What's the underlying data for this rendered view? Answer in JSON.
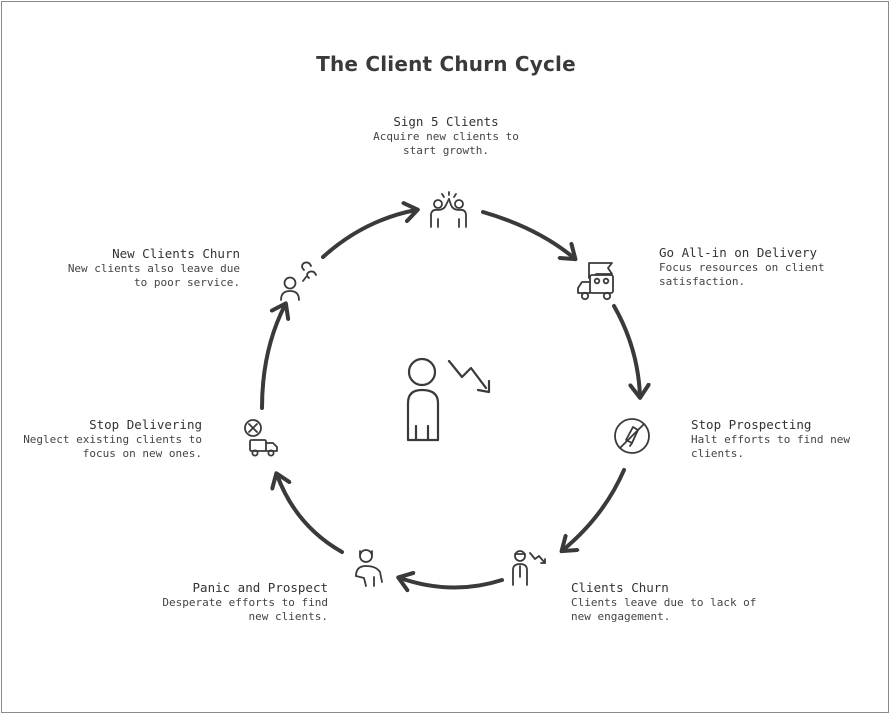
{
  "title": "The Client Churn Cycle",
  "steps": [
    {
      "heading": "Sign 5 Clients",
      "desc1": "Acquire new clients to",
      "desc2": "start growth.",
      "icon": "high-five-icon"
    },
    {
      "heading": "Go All-in on Delivery",
      "desc1": "Focus resources on client",
      "desc2": "satisfaction.",
      "icon": "delivery-truck-icon"
    },
    {
      "heading": "Stop Prospecting",
      "desc1": "Halt efforts to find new",
      "desc2": "clients.",
      "icon": "no-prospecting-icon"
    },
    {
      "heading": "Clients Churn",
      "desc1": "Clients leave due to lack of",
      "desc2": "new engagement.",
      "icon": "person-leaving-icon"
    },
    {
      "heading": "Panic and Prospect",
      "desc1": "Desperate efforts to find",
      "desc2": "new clients.",
      "icon": "panic-person-icon"
    },
    {
      "heading": "Stop Delivering",
      "desc1": "Neglect existing clients to",
      "desc2": "focus on new ones.",
      "icon": "stopped-truck-icon"
    },
    {
      "heading": "New Clients Churn",
      "desc1": "New clients also leave due",
      "desc2": "to poor service.",
      "icon": "person-waving-icon"
    }
  ],
  "center_icon": "declining-person-icon",
  "colors": {
    "stroke": "#3a3a3a",
    "text": "#333333",
    "border": "#8a8a8a"
  }
}
